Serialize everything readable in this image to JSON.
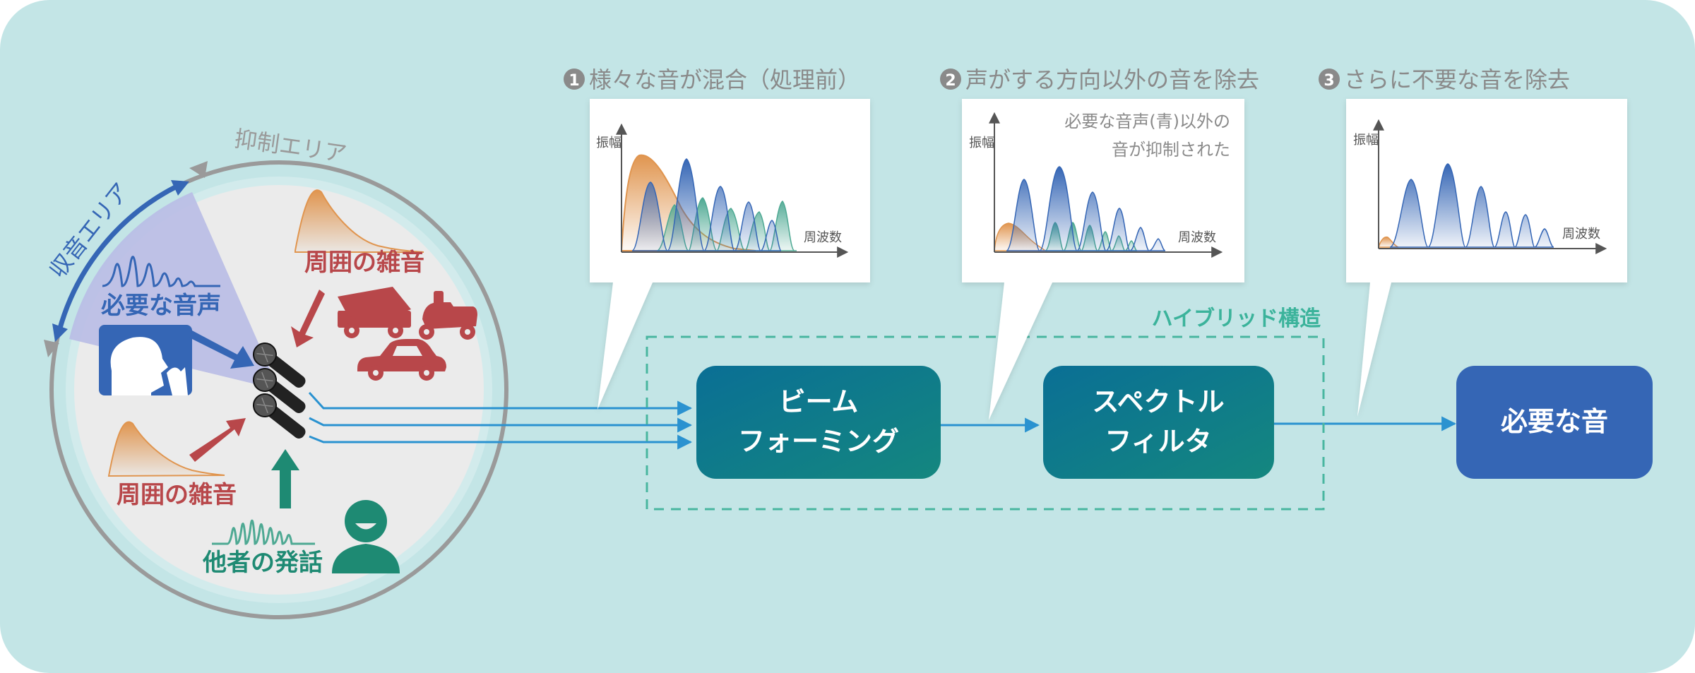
{
  "colors": {
    "background": "#c3e5e6",
    "circle_fill": "#ebebeb",
    "circle_border": "#9a9a9a",
    "pickup_zone": "#b9bde6",
    "voice_blue": "#3566b5",
    "noise_red": "#b8474a",
    "noise_orange": "#e0954f",
    "other_green": "#1e8a73",
    "green_wave": "#4ea993",
    "arrow_blue": "#2a92d0",
    "box_teal": "#107a8c",
    "box_result": "#3566b5",
    "hybrid_border": "#49b6a0",
    "step_gray": "#8a8a8a"
  },
  "scene": {
    "pickup_area_label": "収音エリア",
    "suppression_area_label": "抑制エリア",
    "target_voice_label": "必要な音声",
    "ambient_noise_top_label": "周囲の雑音",
    "ambient_noise_bottom_label": "周囲の雑音",
    "other_speech_label": "他者の発話",
    "icons": [
      "person-speaking-icon",
      "dump-truck-icon",
      "scooter-icon",
      "car-icon",
      "person-icon",
      "microphone-icon"
    ]
  },
  "steps": [
    {
      "number": "1",
      "title": "様々な音が混合（処理前）",
      "y_label": "振幅",
      "x_label": "周波数",
      "note": ""
    },
    {
      "number": "2",
      "title": "声がする方向以外の音を除去",
      "y_label": "振幅",
      "x_label": "周波数",
      "note_line1": "必要な音声(青)以外の",
      "note_line2": "音が抑制された"
    },
    {
      "number": "3",
      "title": "さらに不要な音を除去",
      "y_label": "振幅",
      "x_label": "周波数",
      "note": ""
    }
  ],
  "pipeline": {
    "hybrid_label": "ハイブリッド構造",
    "beamforming_line1": "ビーム",
    "beamforming_line2": "フォーミング",
    "spectral_line1": "スペクトル",
    "spectral_line2": "フィルタ",
    "output_label": "必要な音"
  }
}
